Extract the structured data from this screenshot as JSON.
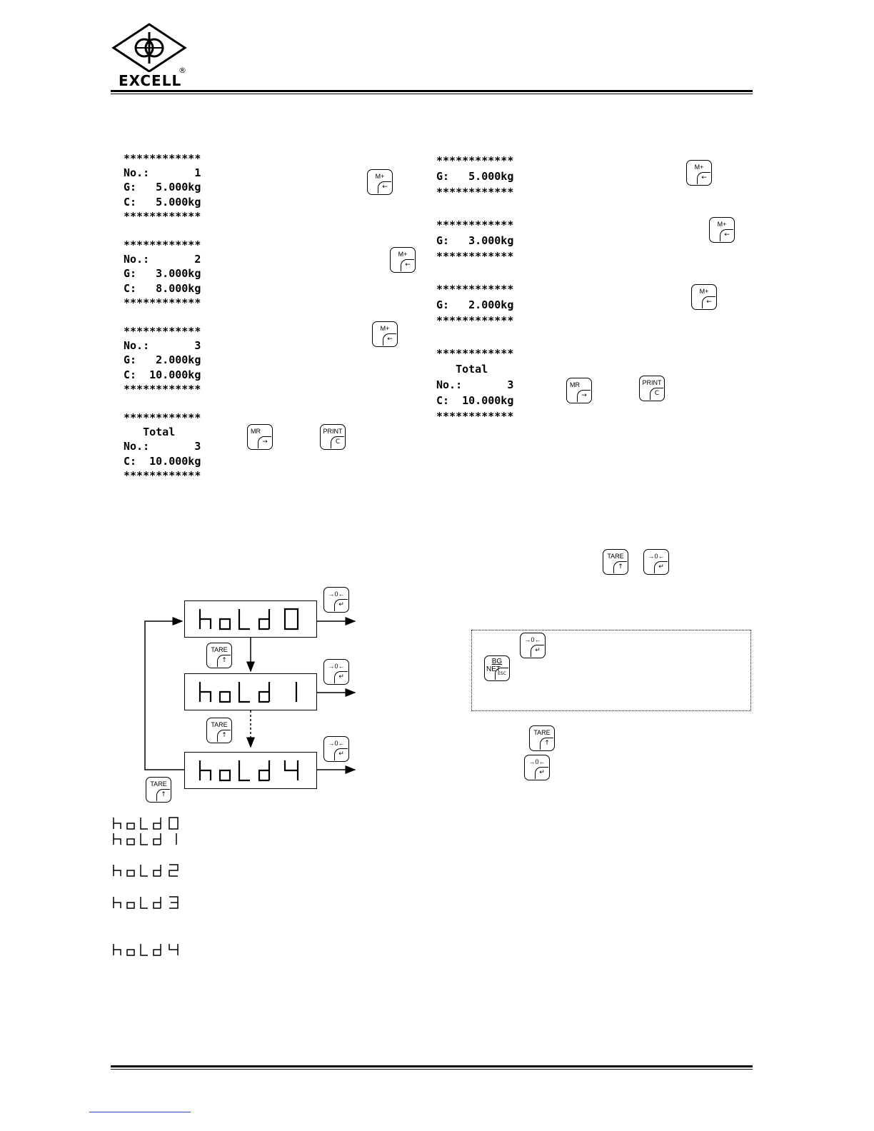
{
  "header": {
    "brand": "EXCELL",
    "registered": "®"
  },
  "receipts_left": [
    "************\nNo.:       1\nG:   5.000kg\nC:   5.000kg\n************",
    "************\nNo.:       2\nG:   3.000kg\nC:   8.000kg\n************",
    "************\nNo.:       3\nG:   2.000kg\nC:  10.000kg\n************",
    "************\n   Total\nNo.:       3\nC:  10.000kg\n************"
  ],
  "receipts_right": [
    "************\nG:   5.000kg\n************",
    "************\nG:   3.000kg\n************",
    "************\nG:   2.000kg\n************",
    "************\n   Total\nNo.:       3\nC:  10.000kg\n************"
  ],
  "keys": {
    "mplus": {
      "label": "M+",
      "sub": "←"
    },
    "mr": {
      "label": "MR",
      "sub": "→"
    },
    "print": {
      "label": "PRINT",
      "sub": "C"
    },
    "tare": {
      "label": "TARE",
      "sub": "↑"
    },
    "zero": {
      "label": "→0←",
      "sub": "↵"
    },
    "bgnet_top": "BG",
    "bgnet_bottom": "NET",
    "bgnet_sub": "ESC"
  },
  "hold_displays": [
    "hold 0",
    "hold 1",
    "hold 4"
  ],
  "hold_list": [
    "hold 0",
    "hold 1",
    "hold 2",
    "hold 3",
    "hold 4"
  ]
}
